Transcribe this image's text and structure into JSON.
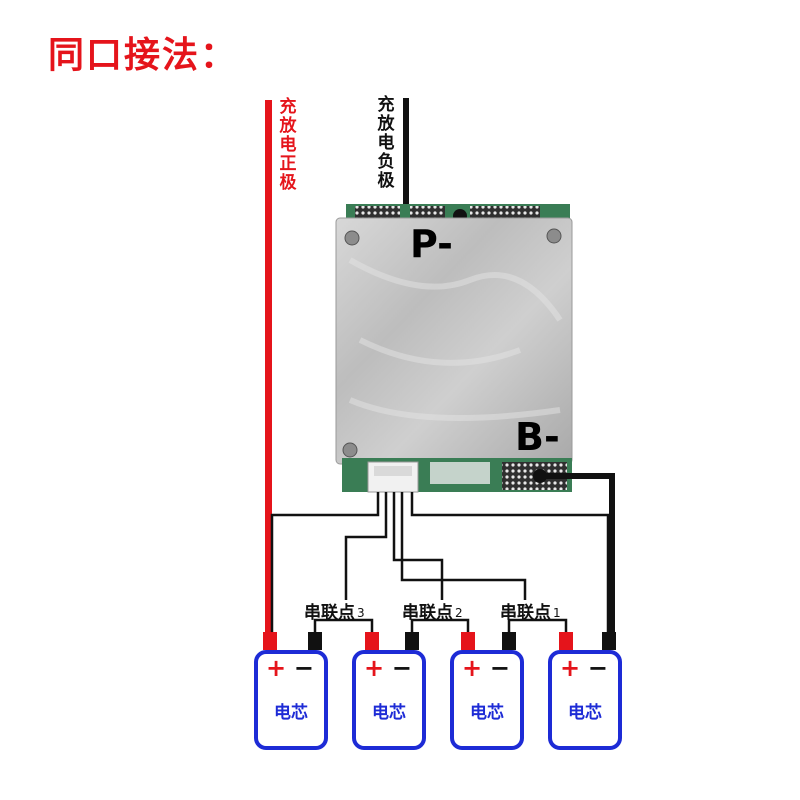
{
  "title": "同口接法：",
  "wires": {
    "positive_label": "充放电正极",
    "negative_label": "充放电负极"
  },
  "board": {
    "p_label": "P-",
    "b_label": "B-"
  },
  "joints": [
    {
      "label": "串联点",
      "num": "3"
    },
    {
      "label": "串联点",
      "num": "2"
    },
    {
      "label": "串联点",
      "num": "1"
    }
  ],
  "cells": [
    {
      "plus": "+",
      "minus": "−",
      "name": "电芯"
    },
    {
      "plus": "+",
      "minus": "−",
      "name": "电芯"
    },
    {
      "plus": "+",
      "minus": "−",
      "name": "电芯"
    },
    {
      "plus": "+",
      "minus": "−",
      "name": "电芯"
    }
  ],
  "colors": {
    "title": "#e5141b",
    "positive_wire": "#e5141b",
    "negative_wire": "#111111",
    "cell_border": "#1d2bd6",
    "board_metal": "#c9c9c9",
    "pcb_green": "#3a7d55"
  }
}
